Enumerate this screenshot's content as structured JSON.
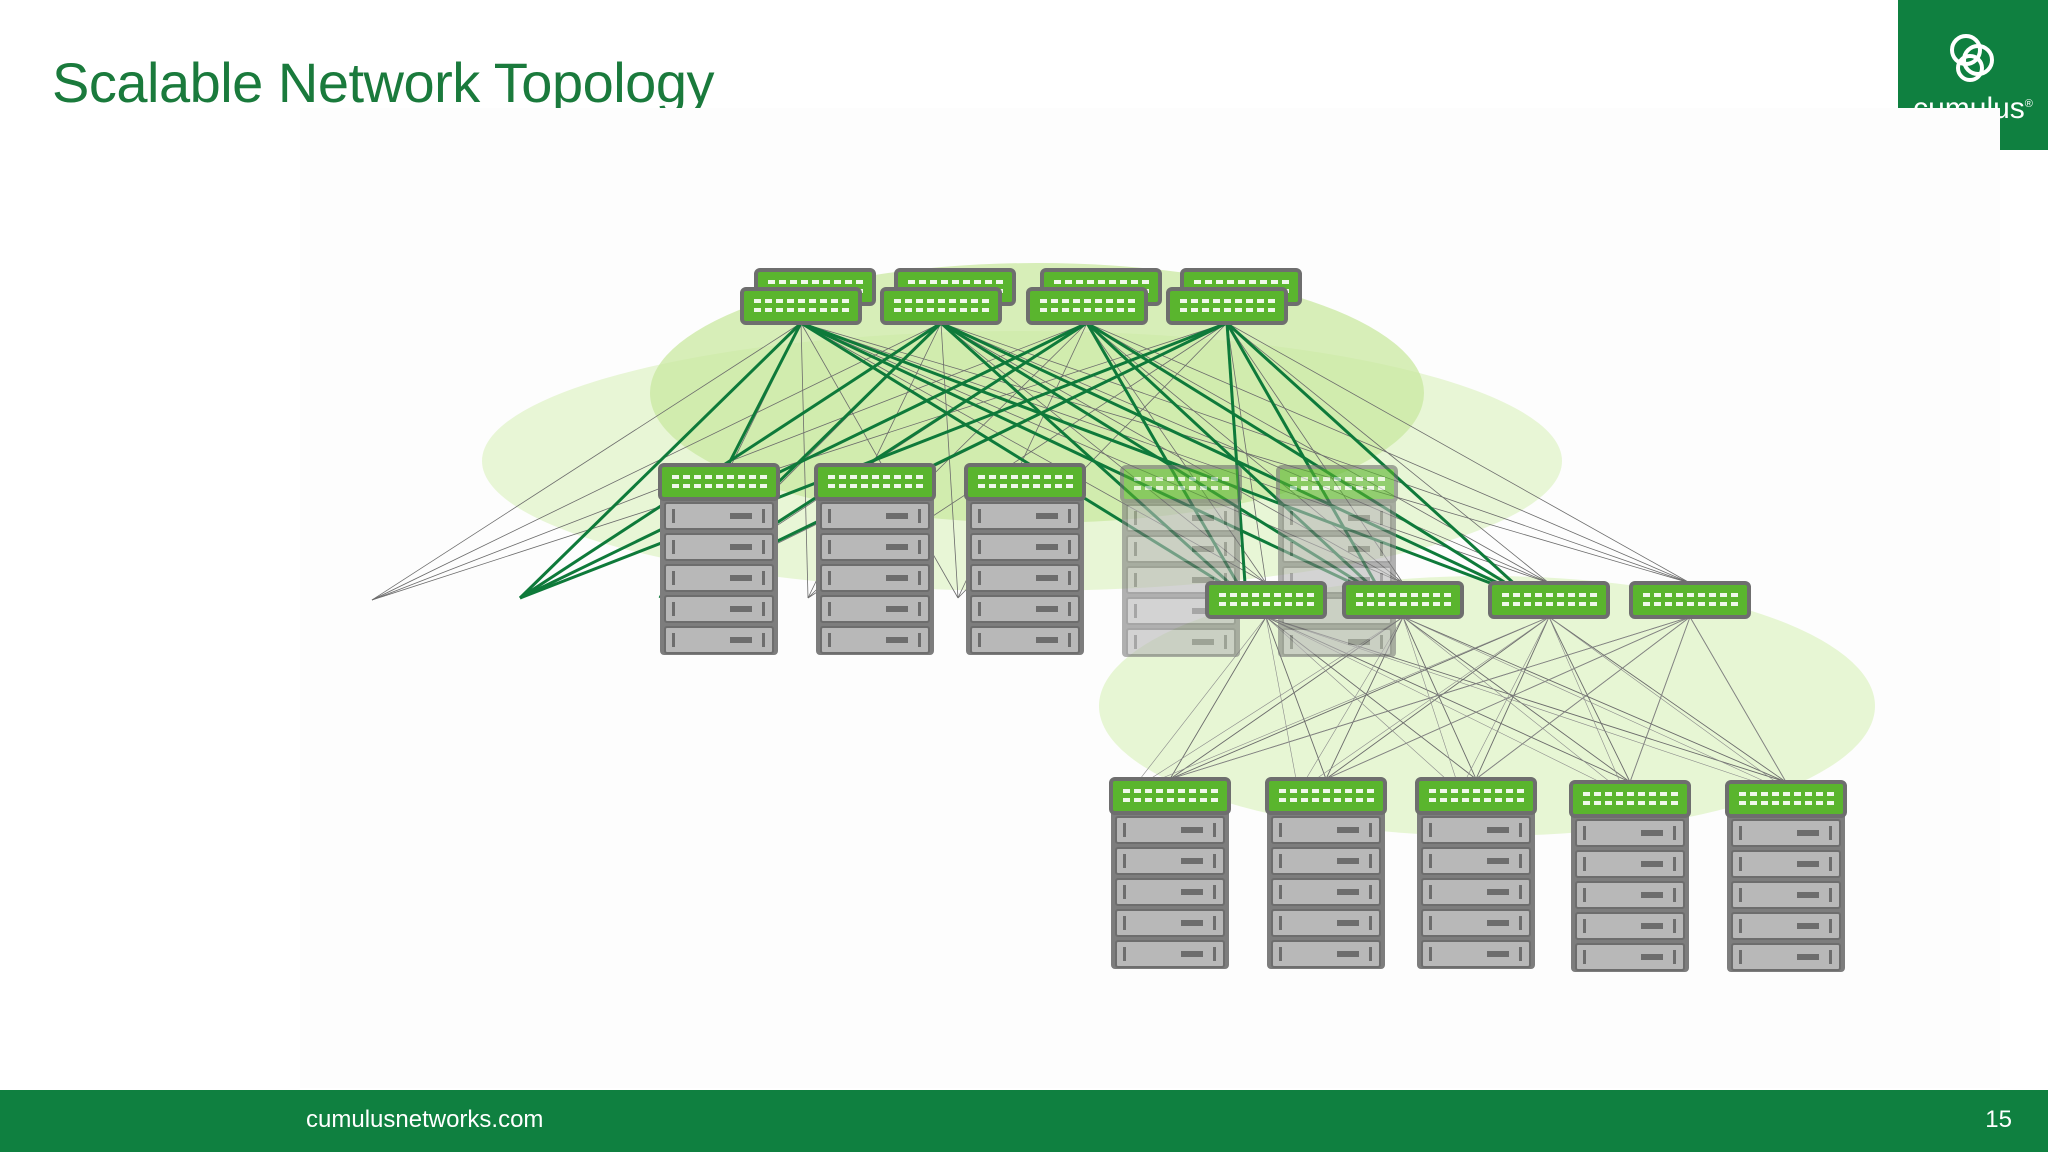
{
  "slide": {
    "title": "Scalable Network Topology",
    "page_number": "15"
  },
  "footer": {
    "url": "cumulusnetworks.com"
  },
  "logo": {
    "text": "cumulus",
    "registered": "®",
    "icon": "cumulus-rings-icon"
  },
  "colors": {
    "brand_green": "#0f8040",
    "title_green": "#1a7a3c",
    "switch_green": "#5ab52e",
    "link_green": "#0e7a3a",
    "domain_green_light": "#e4f5cf",
    "domain_green_dark": "#c9e8a0",
    "server_gray": "#b8b8b8",
    "server_frame": "#6d6d6d"
  },
  "diagram": {
    "spine_switch_count": 8,
    "pod1_rack_count": 5,
    "aggregation_switch_count": 4,
    "pod2_rack_count": 5,
    "servers_per_rack": 5
  }
}
